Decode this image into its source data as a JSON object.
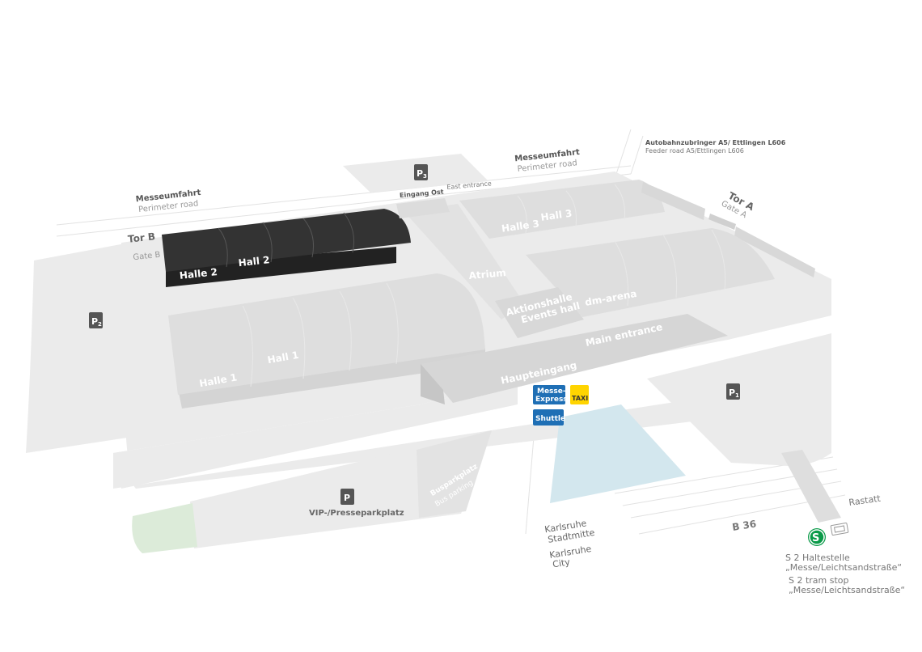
{
  "roads": {
    "perimeter_left_de": "Messeumfahrt",
    "perimeter_left_en": "Perimeter road",
    "perimeter_top_de": "Messeumfahrt",
    "perimeter_top_en": "Perimeter road",
    "feeder_de": "Autobahnzubringer A5/ Ettlingen L606",
    "feeder_en": "Feeder road A5/Ettlingen L606",
    "b36": "B 36",
    "rastatt": "Rastatt"
  },
  "gates": {
    "tor_b": "Tor B",
    "gate_b": "Gate B",
    "tor_a": "Tor A",
    "gate_a": "Gate A"
  },
  "entrances": {
    "east_de": "Eingang Ost",
    "east_en": "East entrance",
    "main_de": "Haupteingang",
    "main_en": "Main entrance"
  },
  "halls": {
    "halle2": "Halle 2",
    "hall2": "Hall 2",
    "halle1": "Halle 1",
    "hall1": "Hall 1",
    "halle3": "Halle 3",
    "hall3": "Hall 3",
    "atrium": "Atrium",
    "aktionshalle": "Aktionshalle",
    "events_hall": "Events hall",
    "dm_arena": "dm-arena"
  },
  "parking": {
    "p1": "P",
    "p1_sub": "1",
    "p2": "P",
    "p2_sub": "2",
    "p3": "P",
    "p3_sub": "3",
    "p_vip": "P",
    "vip_label": "VIP-/Presseparkplatz",
    "bus_de": "Busparkplatz",
    "bus_en": "Bus parking"
  },
  "transport": {
    "messe_express_1": "Messe-",
    "messe_express_2": "Express",
    "taxi": "TAXI",
    "shuttle": "Shuttle",
    "s_bahn": "S",
    "city_de_1": "Karlsruhe",
    "city_de_2": "Stadtmitte",
    "city_en_1": "Karlsruhe",
    "city_en_2": "City",
    "tram_de_1": "S 2 Haltestelle",
    "tram_de_2": "„Messe/Leichtsandstraße“",
    "tram_en_1": "S 2 tram stop",
    "tram_en_2": "„Messe/Leichtsandstraße“"
  },
  "colors": {
    "ground": "#ebebeb",
    "hall": "#dcdcdc",
    "hall_dark": "#333333",
    "water": "#d3e7ee",
    "green": "#dcebd9",
    "messe_blue": "#1f6fb5",
    "taxi_yellow": "#ffd400",
    "s_green": "#0a9a48",
    "picto": "#555555"
  }
}
